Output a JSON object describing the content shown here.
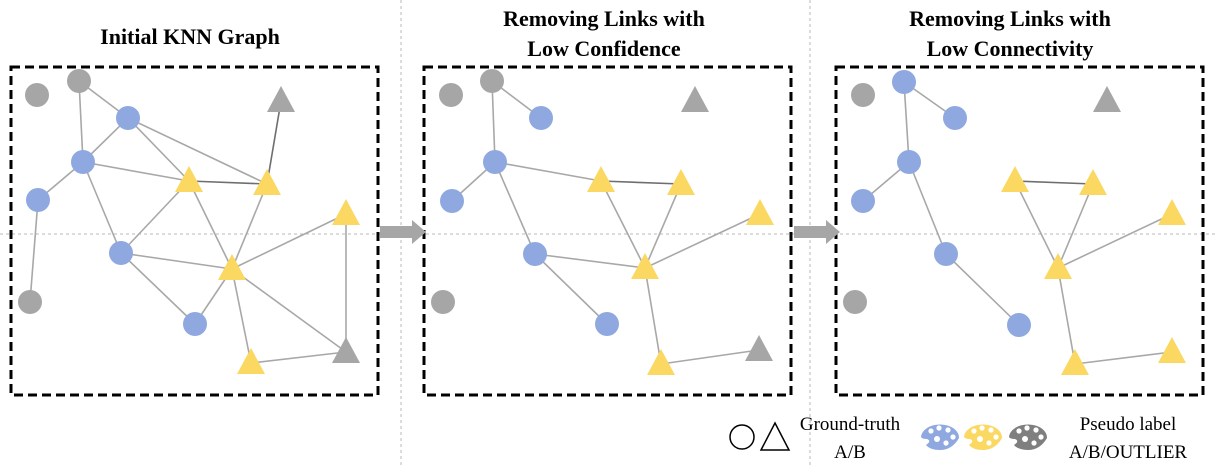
{
  "panels": [
    {
      "title_lines": [
        "Initial KNN Graph"
      ],
      "nodes": [
        {
          "id": "g1",
          "shape": "circle",
          "color": "gray"
        },
        {
          "id": "g2",
          "shape": "circle",
          "color": "gray"
        },
        {
          "id": "b1",
          "shape": "circle",
          "color": "blue"
        },
        {
          "id": "b2",
          "shape": "circle",
          "color": "blue"
        },
        {
          "id": "b3",
          "shape": "circle",
          "color": "blue"
        },
        {
          "id": "b4",
          "shape": "circle",
          "color": "blue"
        },
        {
          "id": "b5",
          "shape": "circle",
          "color": "blue"
        },
        {
          "id": "g3",
          "shape": "circle",
          "color": "gray"
        },
        {
          "id": "t1",
          "shape": "triangle",
          "color": "gray"
        },
        {
          "id": "y1",
          "shape": "triangle",
          "color": "yellow"
        },
        {
          "id": "y2",
          "shape": "triangle",
          "color": "yellow"
        },
        {
          "id": "y3",
          "shape": "triangle",
          "color": "yellow"
        },
        {
          "id": "y4",
          "shape": "triangle",
          "color": "yellow"
        },
        {
          "id": "y5",
          "shape": "triangle",
          "color": "yellow"
        },
        {
          "id": "t2",
          "shape": "triangle",
          "color": "gray"
        }
      ],
      "edges": [
        [
          "g2",
          "b2"
        ],
        [
          "g2",
          "b1"
        ],
        [
          "b1",
          "b2"
        ],
        [
          "b2",
          "b3"
        ],
        [
          "b2",
          "b4"
        ],
        [
          "b1",
          "y1"
        ],
        [
          "b1",
          "y2"
        ],
        [
          "b2",
          "y1"
        ],
        [
          "b4",
          "y1"
        ],
        [
          "b3",
          "g3"
        ],
        [
          "y1",
          "y2"
        ],
        [
          "y2",
          "t1"
        ],
        [
          "y1",
          "y4"
        ],
        [
          "y2",
          "y4"
        ],
        [
          "y3",
          "y4"
        ],
        [
          "b4",
          "y4"
        ],
        [
          "b4",
          "b5"
        ],
        [
          "y4",
          "b5"
        ],
        [
          "y4",
          "y5"
        ],
        [
          "y4",
          "t2"
        ],
        [
          "y3",
          "t2"
        ],
        [
          "y5",
          "t2"
        ]
      ]
    },
    {
      "title_lines": [
        "Removing Links with",
        "Low Confidence"
      ],
      "nodes": [
        {
          "id": "g1",
          "shape": "circle",
          "color": "gray"
        },
        {
          "id": "g2",
          "shape": "circle",
          "color": "gray"
        },
        {
          "id": "b1",
          "shape": "circle",
          "color": "blue"
        },
        {
          "id": "b2",
          "shape": "circle",
          "color": "blue"
        },
        {
          "id": "b3",
          "shape": "circle",
          "color": "blue"
        },
        {
          "id": "b4",
          "shape": "circle",
          "color": "blue"
        },
        {
          "id": "b5",
          "shape": "circle",
          "color": "blue"
        },
        {
          "id": "g3",
          "shape": "circle",
          "color": "gray"
        },
        {
          "id": "t1",
          "shape": "triangle",
          "color": "gray"
        },
        {
          "id": "y1",
          "shape": "triangle",
          "color": "yellow"
        },
        {
          "id": "y2",
          "shape": "triangle",
          "color": "yellow"
        },
        {
          "id": "y3",
          "shape": "triangle",
          "color": "yellow"
        },
        {
          "id": "y4",
          "shape": "triangle",
          "color": "yellow"
        },
        {
          "id": "y5",
          "shape": "triangle",
          "color": "yellow"
        },
        {
          "id": "t2",
          "shape": "triangle",
          "color": "gray"
        }
      ],
      "edges": [
        [
          "g2",
          "b2"
        ],
        [
          "g2",
          "b1"
        ],
        [
          "b2",
          "b3"
        ],
        [
          "b2",
          "b4"
        ],
        [
          "b2",
          "y1"
        ],
        [
          "y1",
          "y2"
        ],
        [
          "y1",
          "y4"
        ],
        [
          "y2",
          "y4"
        ],
        [
          "y3",
          "y4"
        ],
        [
          "b4",
          "y4"
        ],
        [
          "b4",
          "b5"
        ],
        [
          "y4",
          "y5"
        ],
        [
          "y5",
          "t2"
        ]
      ]
    },
    {
      "title_lines": [
        "Removing Links with",
        "Low Connectivity"
      ],
      "nodes": [
        {
          "id": "g1",
          "shape": "circle",
          "color": "gray"
        },
        {
          "id": "b6",
          "shape": "circle",
          "color": "blue"
        },
        {
          "id": "b1",
          "shape": "circle",
          "color": "blue"
        },
        {
          "id": "b2",
          "shape": "circle",
          "color": "blue"
        },
        {
          "id": "b3",
          "shape": "circle",
          "color": "blue"
        },
        {
          "id": "b4",
          "shape": "circle",
          "color": "blue"
        },
        {
          "id": "b5",
          "shape": "circle",
          "color": "blue"
        },
        {
          "id": "g3",
          "shape": "circle",
          "color": "gray"
        },
        {
          "id": "t1",
          "shape": "triangle",
          "color": "gray"
        },
        {
          "id": "y1",
          "shape": "triangle",
          "color": "yellow"
        },
        {
          "id": "y2",
          "shape": "triangle",
          "color": "yellow"
        },
        {
          "id": "y3",
          "shape": "triangle",
          "color": "yellow"
        },
        {
          "id": "y4",
          "shape": "triangle",
          "color": "yellow"
        },
        {
          "id": "y5",
          "shape": "triangle",
          "color": "yellow"
        },
        {
          "id": "y6",
          "shape": "triangle",
          "color": "yellow"
        }
      ],
      "edges": [
        [
          "b6",
          "b2"
        ],
        [
          "b6",
          "b1"
        ],
        [
          "b2",
          "b3"
        ],
        [
          "b2",
          "b4"
        ],
        [
          "y1",
          "y2"
        ],
        [
          "y1",
          "y4"
        ],
        [
          "y2",
          "y4"
        ],
        [
          "y3",
          "y4"
        ],
        [
          "b4",
          "b5"
        ],
        [
          "y4",
          "y5"
        ],
        [
          "y5",
          "y6"
        ]
      ]
    }
  ],
  "legend": {
    "gt_label_line1": "Ground-truth",
    "gt_label_line2": "A/B",
    "pseudo_label_line1": "Pseudo label",
    "pseudo_label_line2": "A/B/OUTLIER"
  },
  "colors": {
    "blue": "#8fa8e0",
    "yellow": "#fbd862",
    "gray": "#a6a6a6",
    "edge": "#a8a8a8",
    "arrow": "#a6a6a6"
  }
}
